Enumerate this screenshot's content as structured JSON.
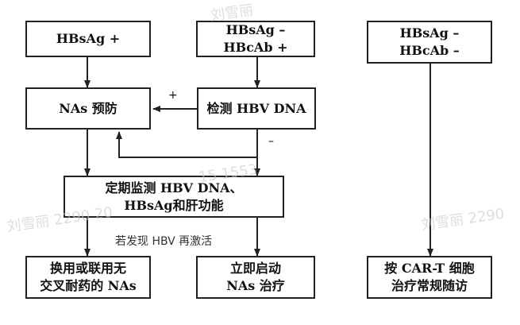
{
  "nodes": {
    "hbsag_pos": {
      "lines": [
        "HBsAg +"
      ]
    },
    "hbsag_neg_hbcab_pos": {
      "lines": [
        "HBsAg –",
        "HBcAb +"
      ]
    },
    "hbsag_neg_hbcab_neg": {
      "lines": [
        "HBsAg –",
        "HBcAb –"
      ]
    },
    "nas_prophylaxis": {
      "lines": [
        "NAs 预防"
      ]
    },
    "test_hbv_dna": {
      "lines": [
        "检测 HBV DNA"
      ]
    },
    "monitor": {
      "lines": [
        "定期监测 HBV DNA、",
        "HBsAg和肝功能"
      ]
    },
    "switch_nas": {
      "lines": [
        "换用或联用无",
        "交叉耐药的 NAs"
      ]
    },
    "start_nas": {
      "lines": [
        "立即启动",
        "NAs 治疗"
      ]
    },
    "car_t_followup": {
      "lines": [
        "按 CAR-T 细胞",
        "治疗常规随访"
      ]
    }
  },
  "edge_labels": {
    "positive": "+",
    "negative": "–"
  },
  "annotation": "若发现 HBV 再激活",
  "watermarks": [
    "刘雪丽",
    "刘雪丽 2290 20",
    "刘雪丽 2290",
    "15 1553"
  ],
  "colors": {
    "line": "#222222",
    "box_border": "#222222",
    "watermark": "#c9c9c9"
  }
}
